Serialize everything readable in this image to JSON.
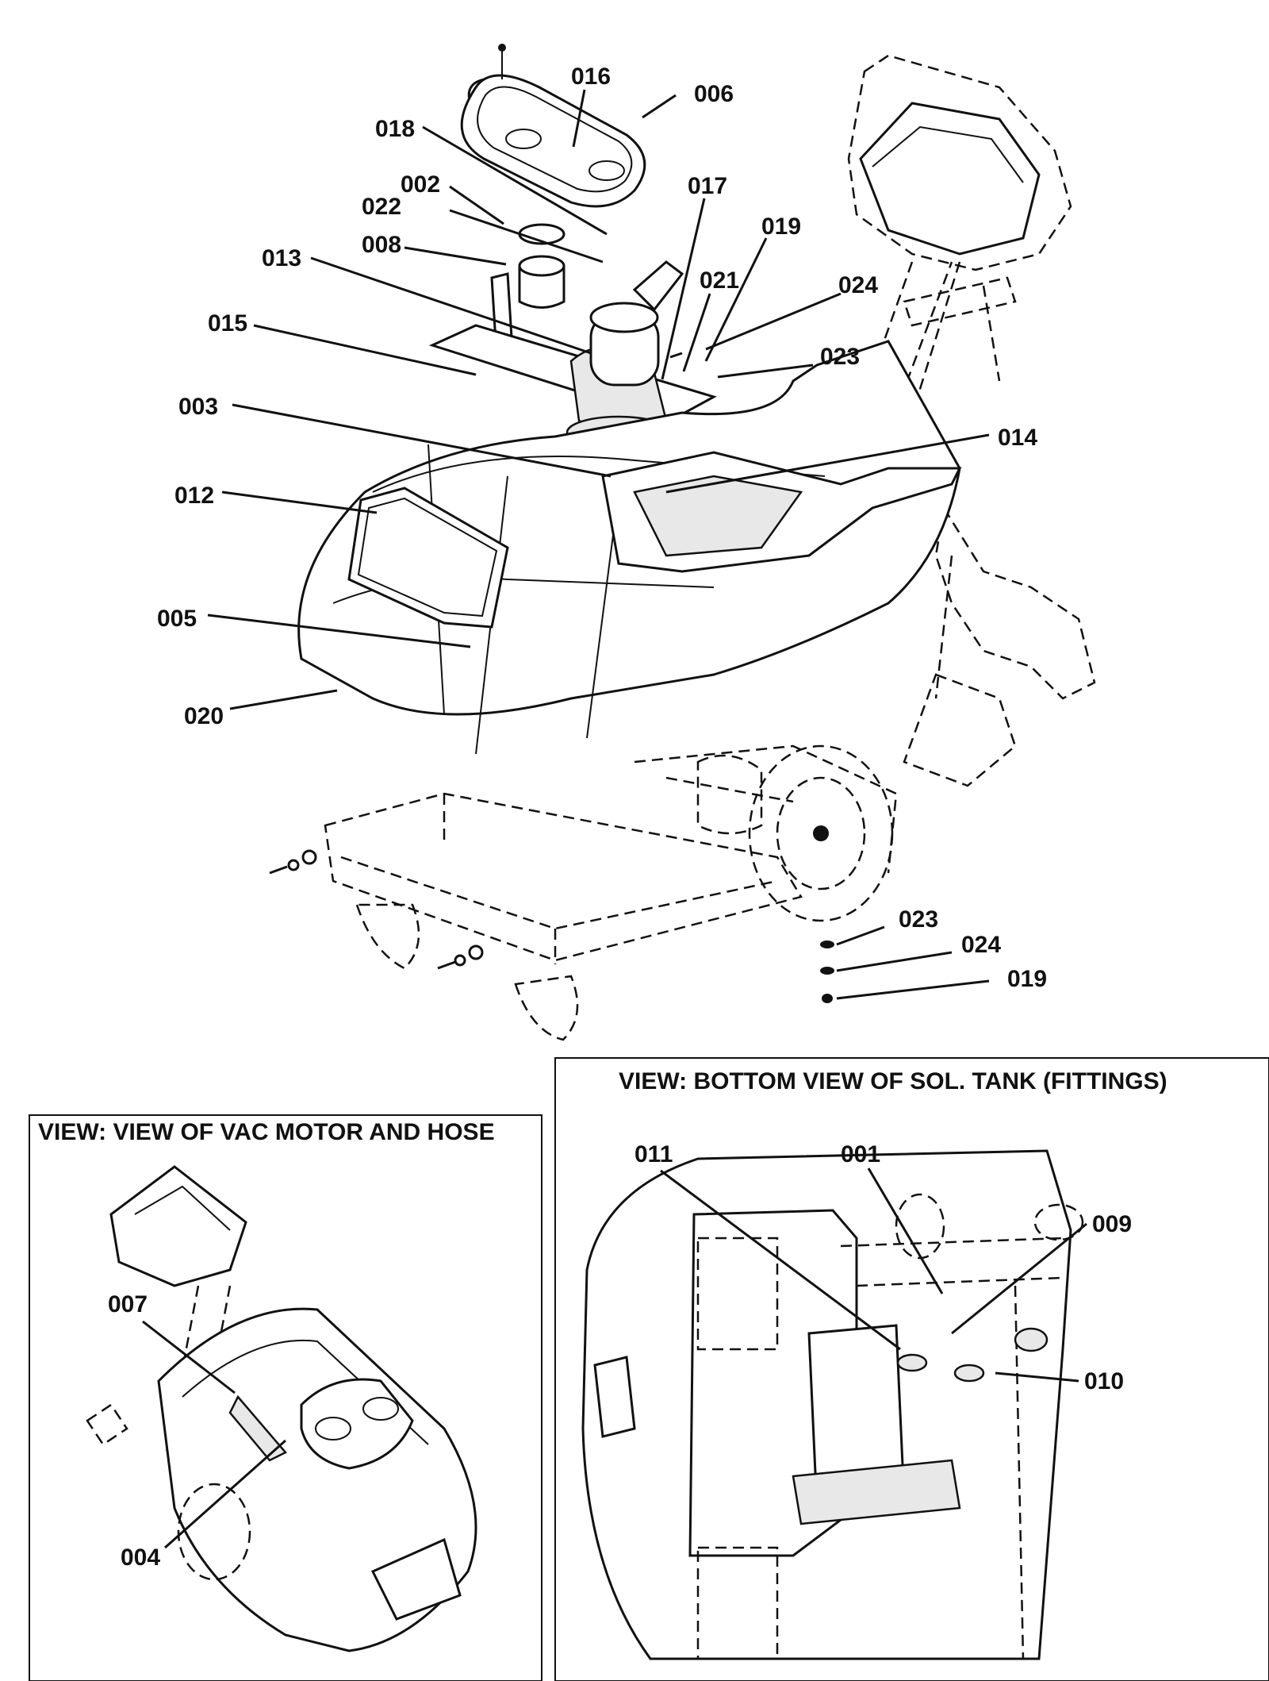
{
  "main_view": {
    "callouts": [
      {
        "id": "c016",
        "label": "016"
      },
      {
        "id": "c006",
        "label": "006"
      },
      {
        "id": "c018",
        "label": "018"
      },
      {
        "id": "c002",
        "label": "002"
      },
      {
        "id": "c017",
        "label": "017"
      },
      {
        "id": "c022",
        "label": "022"
      },
      {
        "id": "c019",
        "label": "019"
      },
      {
        "id": "c008",
        "label": "008"
      },
      {
        "id": "c013",
        "label": "013"
      },
      {
        "id": "c021",
        "label": "021"
      },
      {
        "id": "c024",
        "label": "024"
      },
      {
        "id": "c015",
        "label": "015"
      },
      {
        "id": "c023",
        "label": "023"
      },
      {
        "id": "c003",
        "label": "003"
      },
      {
        "id": "c014",
        "label": "014"
      },
      {
        "id": "c012",
        "label": "012"
      },
      {
        "id": "c005",
        "label": "005"
      },
      {
        "id": "c020",
        "label": "020"
      },
      {
        "id": "c023b",
        "label": "023"
      },
      {
        "id": "c024b",
        "label": "024"
      },
      {
        "id": "c019b",
        "label": "019"
      }
    ]
  },
  "vac_view": {
    "title": "VIEW: VIEW OF VAC MOTOR AND HOSE",
    "callouts": [
      {
        "id": "c007",
        "label": "007"
      },
      {
        "id": "c004",
        "label": "004"
      }
    ]
  },
  "tank_view": {
    "title": "VIEW: BOTTOM VIEW OF SOL. TANK (FITTINGS)",
    "callouts": [
      {
        "id": "c011",
        "label": "011"
      },
      {
        "id": "c001",
        "label": "001"
      },
      {
        "id": "c009",
        "label": "009"
      },
      {
        "id": "c010",
        "label": "010"
      }
    ]
  }
}
